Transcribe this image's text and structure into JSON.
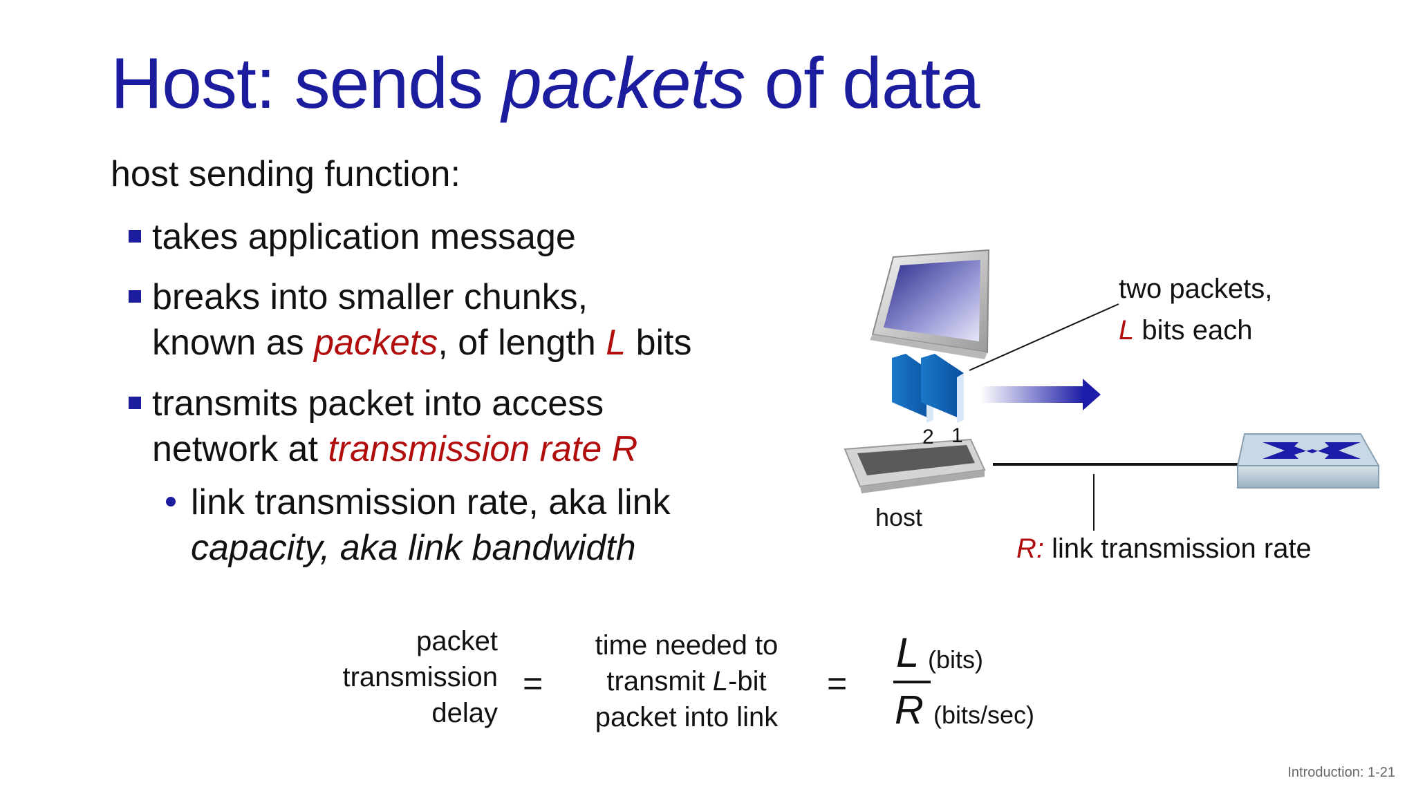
{
  "title": {
    "part1": "Host: sends ",
    "part2": "packets",
    "part3": " of data"
  },
  "intro": "host sending function:",
  "bullets": {
    "b1": "takes application message",
    "b2_l1": "breaks into smaller chunks,",
    "b2_l2a": "known as ",
    "b2_l2b": "packets",
    "b2_l2c": ", of length ",
    "b2_l2d": "L",
    "b2_l2e": " bits",
    "b3_l1": "transmits packet into access",
    "b3_l2a": "network at ",
    "b3_l2b": "transmission rate R",
    "sub_l1": "link transmission rate, aka link",
    "sub_l2": "capacity, aka link bandwidth"
  },
  "diagram": {
    "callout_l1": "two packets,",
    "callout_l2a": "L",
    "callout_l2b": " bits each",
    "packet_2": "2",
    "packet_1": "1",
    "host_label": "host",
    "rate_a": "R:",
    "rate_b": " link transmission rate"
  },
  "formula": {
    "lhs_l1": "packet",
    "lhs_l2": "transmission",
    "lhs_l3": "delay",
    "eq": "=",
    "mid_l1": "time needed to",
    "mid_l2a": "transmit ",
    "mid_l2b": "L",
    "mid_l2c": "-bit",
    "mid_l3": "packet into link",
    "num": "L",
    "num_unit": "(bits)",
    "den": "R",
    "den_unit": "(bits/sec)"
  },
  "footer": "Introduction: 1-21",
  "colors": {
    "title": "#1c1c9e",
    "emphasis": "#b20d0d",
    "bullet": "#1c1c9e"
  }
}
